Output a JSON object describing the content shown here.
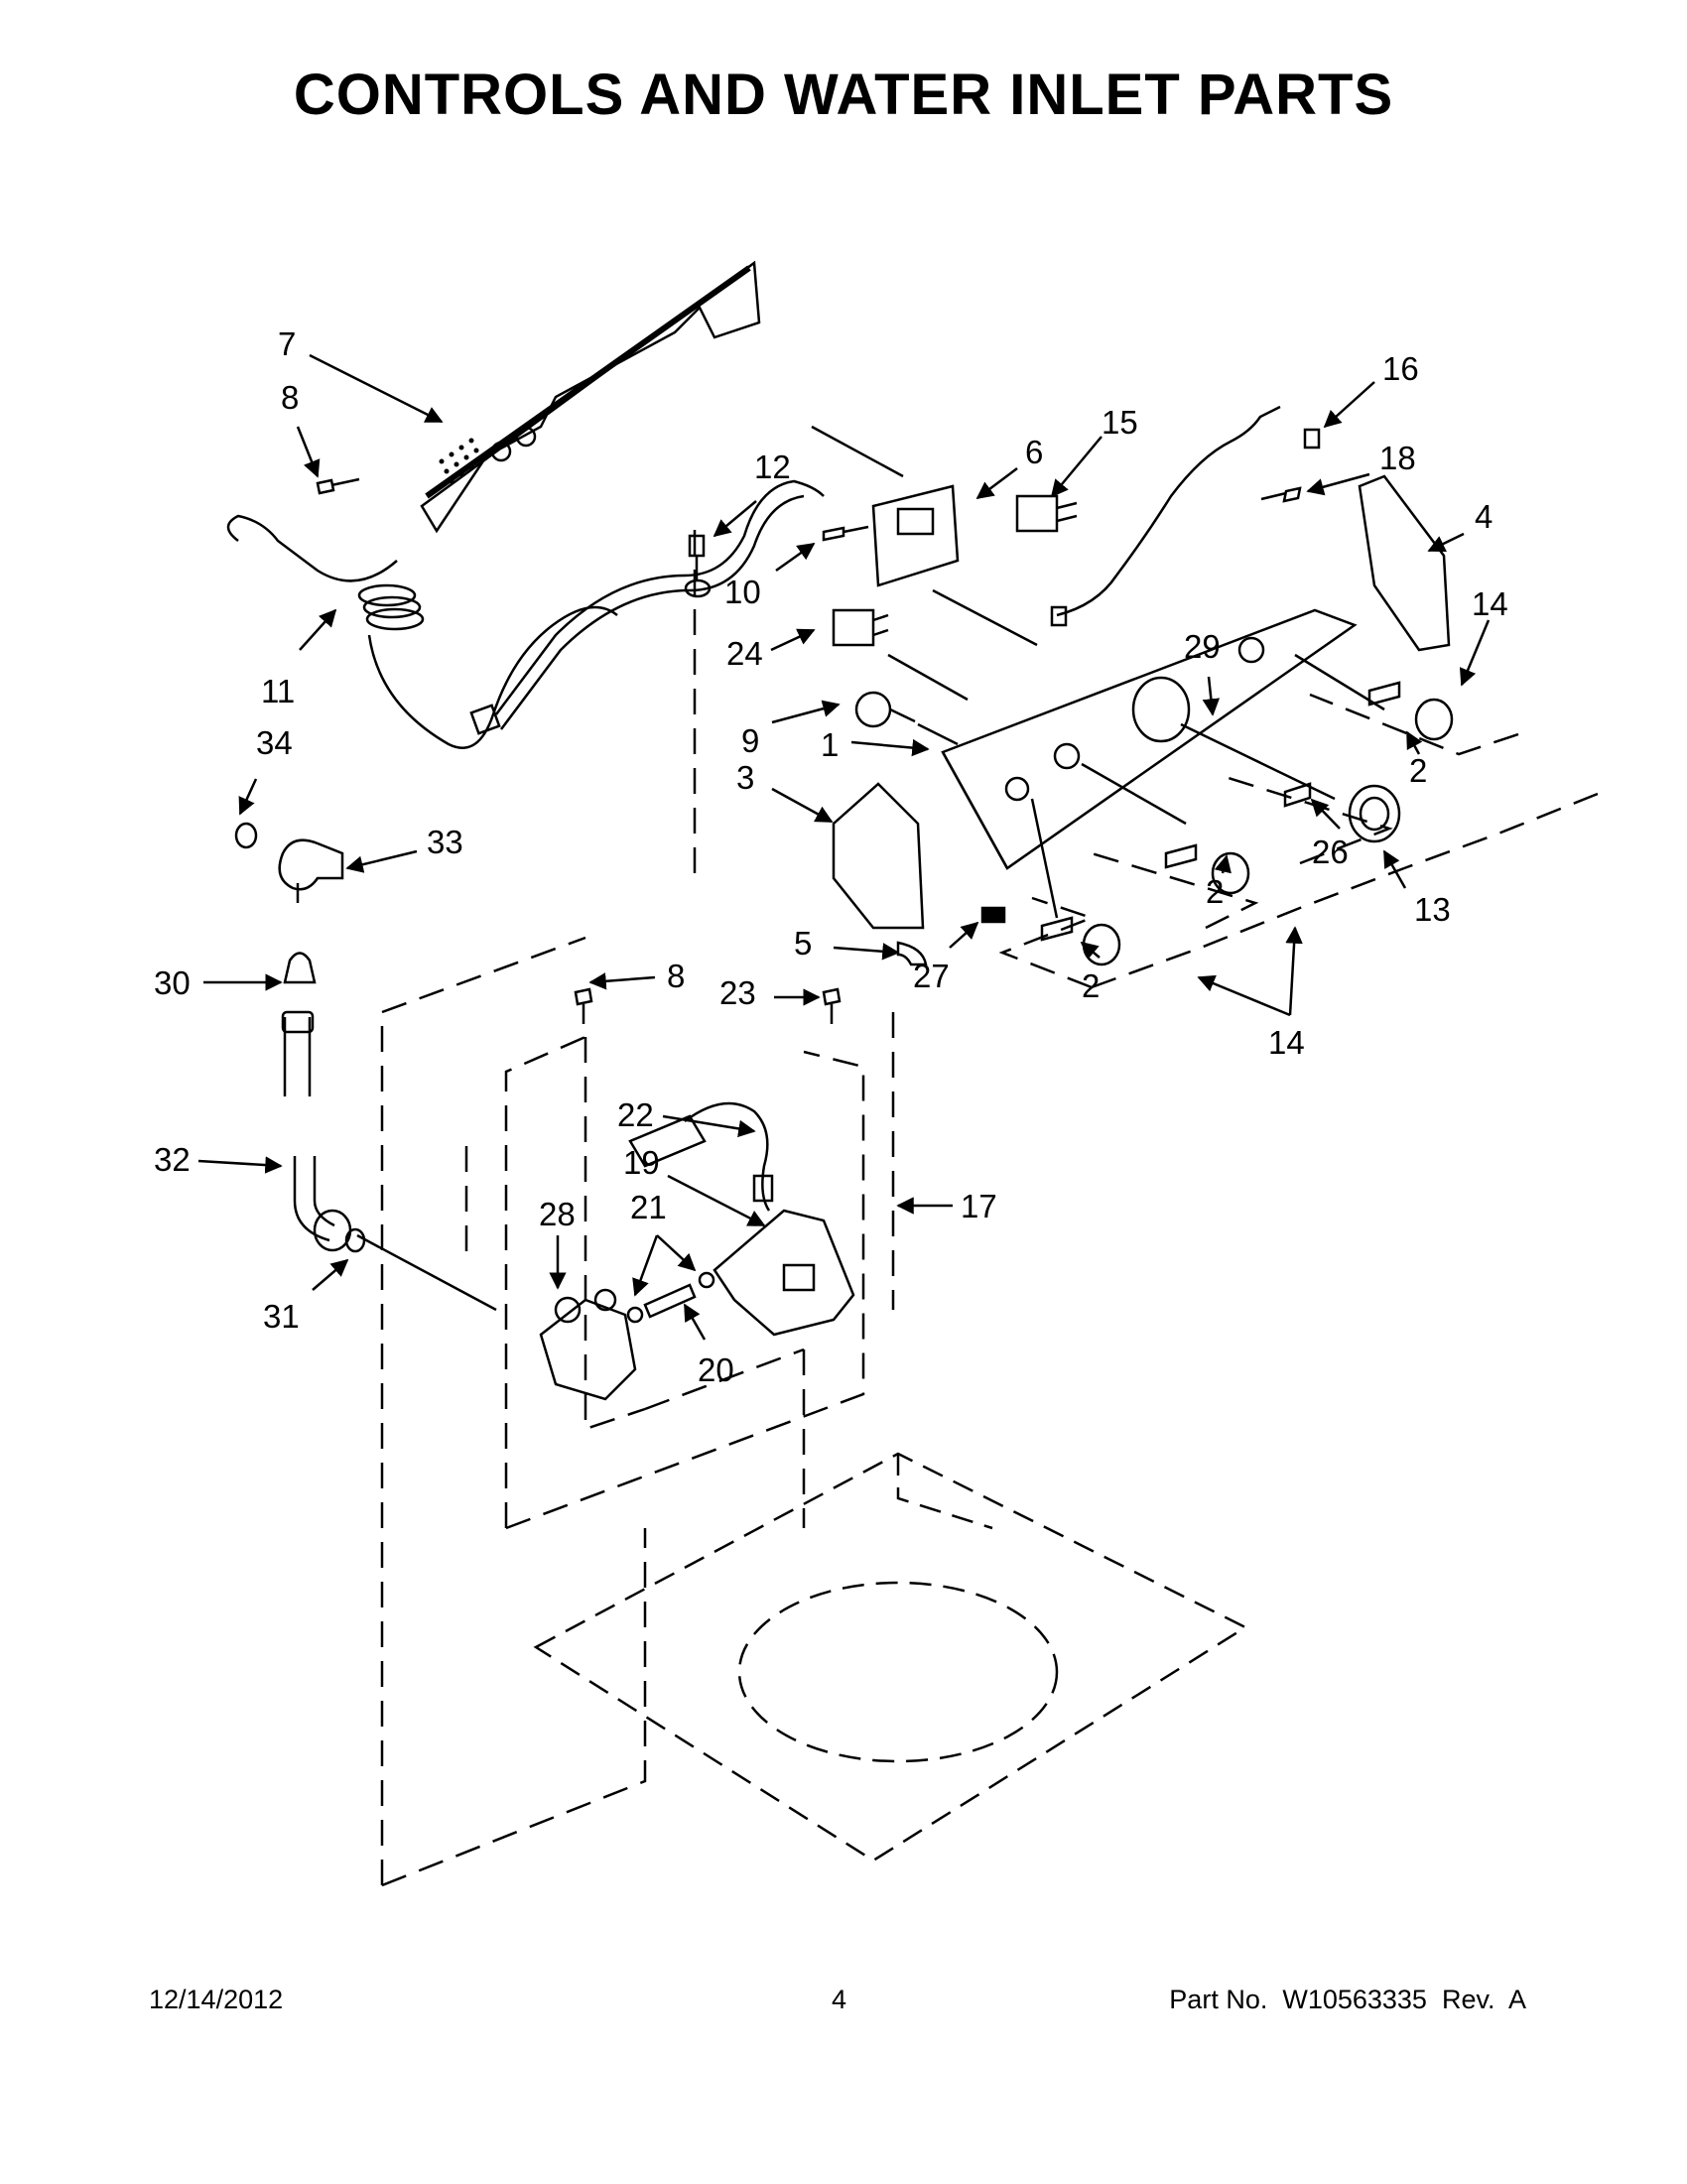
{
  "title": "CONTROLS AND WATER INLET PARTS",
  "footer": {
    "date": "12/14/2012",
    "page": "4",
    "part_no": "Part No.  W10563335  Rev.  A"
  },
  "callouts": [
    {
      "id": "c7a",
      "text": "7"
    },
    {
      "id": "c8a",
      "text": "8"
    },
    {
      "id": "c11",
      "text": "11"
    },
    {
      "id": "c12",
      "text": "12"
    },
    {
      "id": "c10",
      "text": "10"
    },
    {
      "id": "c6",
      "text": "6"
    },
    {
      "id": "c15",
      "text": "15"
    },
    {
      "id": "c16",
      "text": "16"
    },
    {
      "id": "c18",
      "text": "18"
    },
    {
      "id": "c4",
      "text": "4"
    },
    {
      "id": "c14a",
      "text": "14"
    },
    {
      "id": "c24",
      "text": "24"
    },
    {
      "id": "c29",
      "text": "29"
    },
    {
      "id": "c9",
      "text": "9"
    },
    {
      "id": "c1",
      "text": "1"
    },
    {
      "id": "c2a",
      "text": "2"
    },
    {
      "id": "c34",
      "text": "34"
    },
    {
      "id": "c3",
      "text": "3"
    },
    {
      "id": "c33",
      "text": "33"
    },
    {
      "id": "c26",
      "text": "26"
    },
    {
      "id": "c2b",
      "text": "2"
    },
    {
      "id": "c13",
      "text": "13"
    },
    {
      "id": "c5",
      "text": "5"
    },
    {
      "id": "c27",
      "text": "27"
    },
    {
      "id": "c2c",
      "text": "2"
    },
    {
      "id": "c30",
      "text": "30"
    },
    {
      "id": "c8b",
      "text": "8"
    },
    {
      "id": "c23",
      "text": "23"
    },
    {
      "id": "c14b",
      "text": "14"
    },
    {
      "id": "c22",
      "text": "22"
    },
    {
      "id": "c32",
      "text": "32"
    },
    {
      "id": "c19",
      "text": "19"
    },
    {
      "id": "c17",
      "text": "17"
    },
    {
      "id": "c28",
      "text": "28"
    },
    {
      "id": "c21",
      "text": "21"
    },
    {
      "id": "c31",
      "text": "31"
    },
    {
      "id": "c20",
      "text": "20"
    }
  ]
}
